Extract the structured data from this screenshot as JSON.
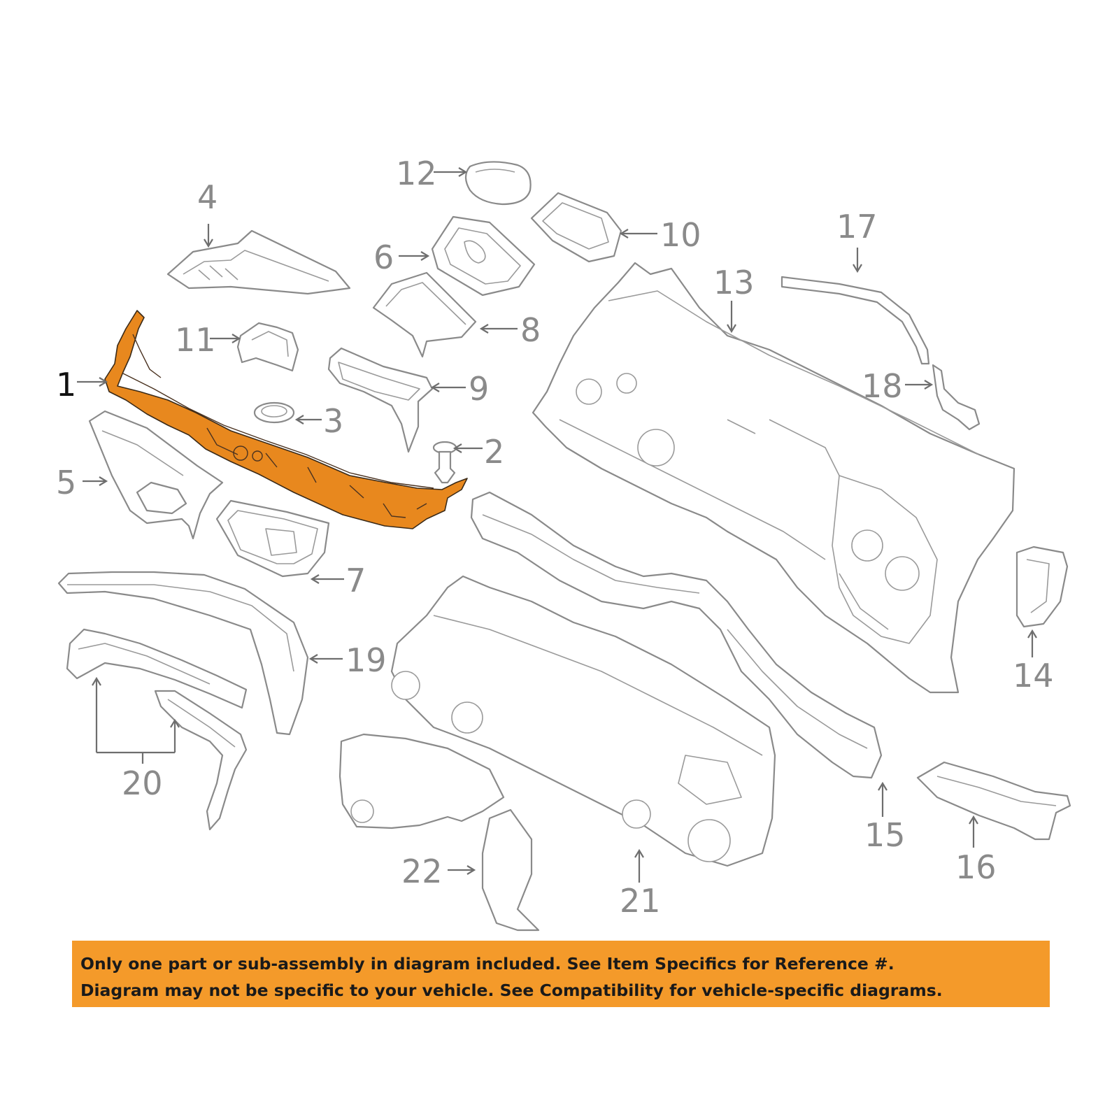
{
  "diagram": {
    "highlight_color": "#e8881e",
    "callouts": [
      {
        "id": "1",
        "label": "1",
        "highlighted": true
      },
      {
        "id": "2",
        "label": "2"
      },
      {
        "id": "3",
        "label": "3"
      },
      {
        "id": "4",
        "label": "4"
      },
      {
        "id": "5",
        "label": "5"
      },
      {
        "id": "6",
        "label": "6"
      },
      {
        "id": "7",
        "label": "7"
      },
      {
        "id": "8",
        "label": "8"
      },
      {
        "id": "9",
        "label": "9"
      },
      {
        "id": "10",
        "label": "10"
      },
      {
        "id": "11",
        "label": "11"
      },
      {
        "id": "12",
        "label": "12"
      },
      {
        "id": "13",
        "label": "13"
      },
      {
        "id": "14",
        "label": "14"
      },
      {
        "id": "15",
        "label": "15"
      },
      {
        "id": "16",
        "label": "16"
      },
      {
        "id": "17",
        "label": "17"
      },
      {
        "id": "18",
        "label": "18"
      },
      {
        "id": "19",
        "label": "19"
      },
      {
        "id": "20",
        "label": "20"
      },
      {
        "id": "21",
        "label": "21"
      },
      {
        "id": "22",
        "label": "22"
      }
    ]
  },
  "banner": {
    "color": "#f49a2a",
    "line1": "Only one part or sub-assembly in diagram included. See Item Specifics for Reference #.",
    "line2": "Diagram may not be specific to your vehicle. See Compatibility for vehicle-specific diagrams."
  }
}
